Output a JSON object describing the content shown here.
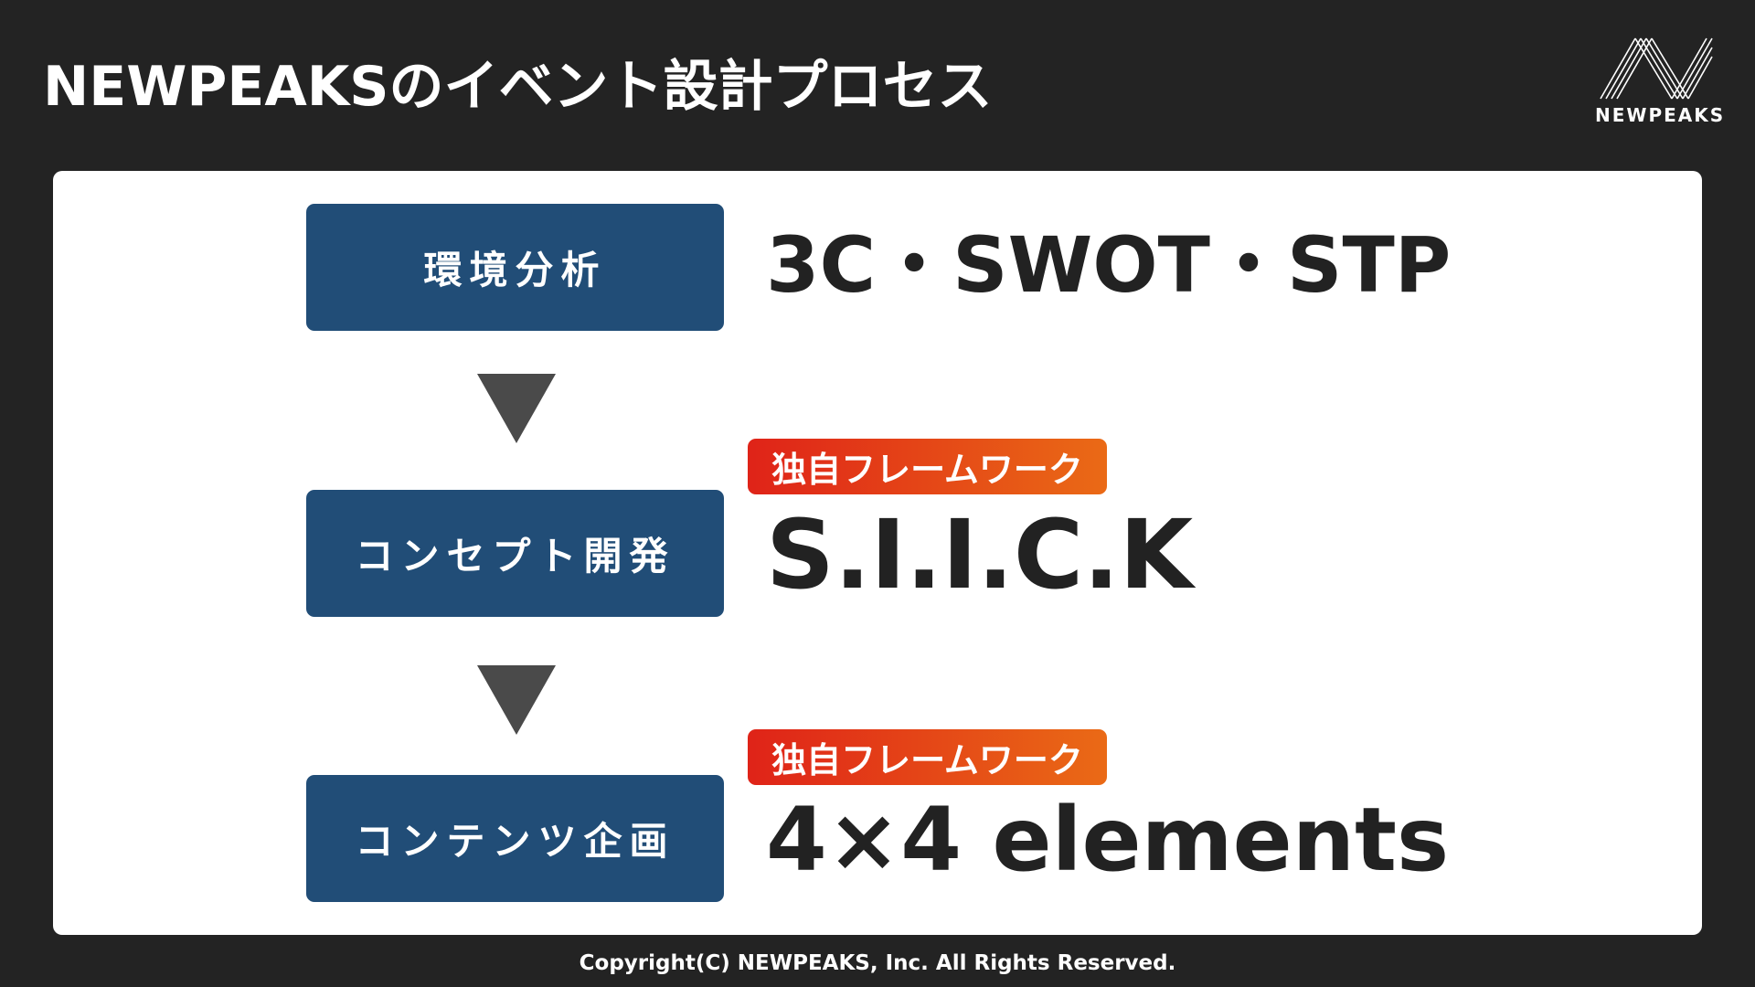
{
  "title": "NEWPEAKSのイベント設計プロセス",
  "logo": {
    "text": "NEWPEAKS",
    "icon": "newpeaks-logo-icon"
  },
  "steps": [
    {
      "label": "環境分析",
      "value": "3C・SWOT・STP",
      "badge": ""
    },
    {
      "label": "コンセプト開発",
      "value": "S.I.I.C.K",
      "badge": "独自フレームワーク"
    },
    {
      "label": "コンテンツ企画",
      "value": "4×4 elements",
      "badge": "独自フレームワーク"
    }
  ],
  "footer": "Copyright(C) NEWPEAKS, Inc. All Rights Reserved.",
  "colors": {
    "background": "#232323",
    "panel": "#ffffff",
    "step_box": "#214d77",
    "arrow": "#4a4a4a",
    "badge_start": "#df2318",
    "badge_end": "#ea6a16",
    "value_text": "#222222"
  }
}
